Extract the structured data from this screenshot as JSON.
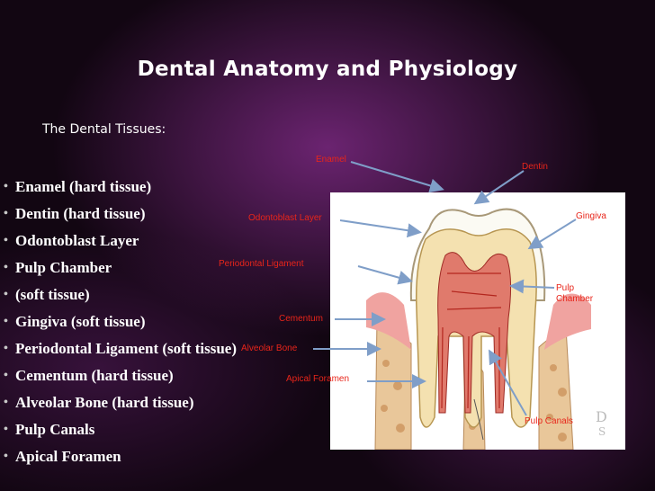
{
  "slide": {
    "title": "Dental Anatomy and Physiology",
    "subtitle": "The Dental Tissues:",
    "list": [
      "Enamel (hard tissue)",
      "Dentin (hard tissue)",
      "Odontoblast Layer",
      "Pulp Chamber",
      "(soft tissue)",
      "Gingiva (soft tissue)",
      "Periodontal Ligament (soft tissue)",
      "Cementum (hard tissue)",
      "Alveolar Bone (hard tissue)",
      "Pulp Canals",
      "Apical Foramen"
    ]
  },
  "diagram": {
    "labels": {
      "enamel": "Enamel",
      "dentin": "Dentin",
      "odontoblast": "Odontoblast Layer",
      "gingiva": "Gingiva",
      "periodontal": "Periodontal Ligament",
      "pulp_chamber": "Pulp\nChamber",
      "cementum": "Cementum",
      "alveolar": "Alveolar Bone",
      "apical": "Apical Foramen",
      "pulp_canals": "Pulp Canals"
    }
  },
  "colors": {
    "label": "#e8251a",
    "arrow": "#7f9ec8",
    "text": "#ffffff"
  }
}
